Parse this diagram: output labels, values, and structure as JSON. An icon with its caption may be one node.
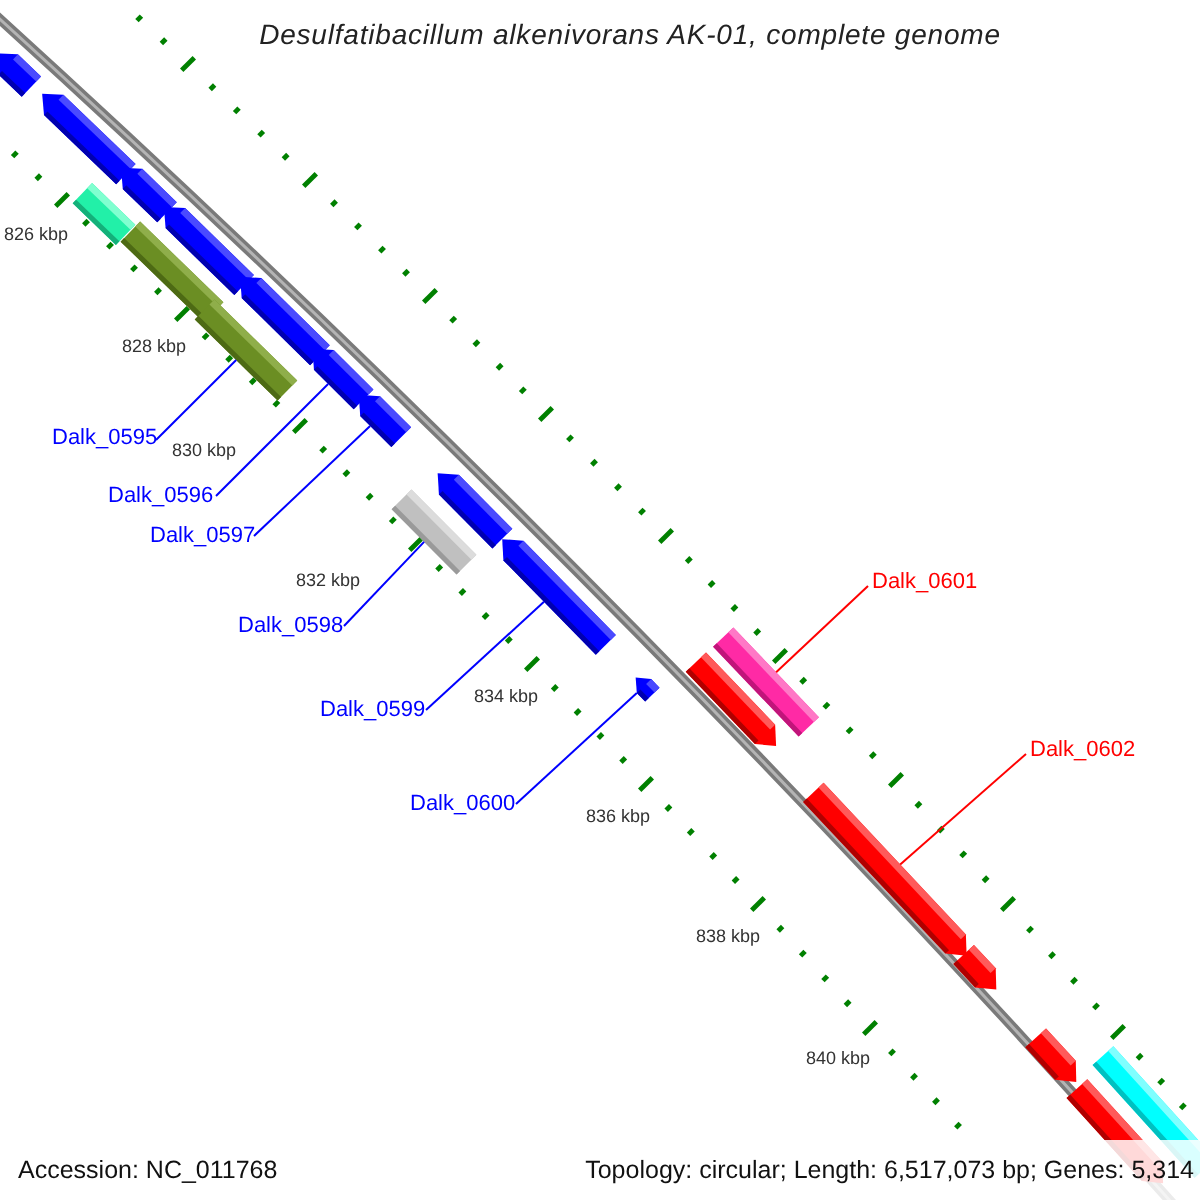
{
  "diagram": {
    "title": "Desulfatibacillum alkenivorans AK-01, complete genome",
    "nodes": [
      {
        "text": [
          "Dalk_0595"
        ]
      },
      {
        "text": [
          "Dalk_0596"
        ]
      },
      {
        "text": [
          "Dalk_0597"
        ]
      },
      {
        "text": [
          "Dalk_0598"
        ]
      },
      {
        "text": [
          "Dalk_0599"
        ]
      },
      {
        "text": [
          "Dalk_0600"
        ]
      },
      {
        "text": [
          "Dalk_0601"
        ]
      },
      {
        "text": [
          "Dalk_0602"
        ]
      },
      {
        "text": [],
        "shape": "arrow"
      },
      {
        "text": [],
        "shape": "arrow"
      },
      {
        "text": [],
        "shape": "arrow"
      },
      {
        "text": [],
        "shape": "bar"
      },
      {
        "text": [],
        "shape": "bar"
      },
      {
        "text": [],
        "shape": "arrow"
      },
      {
        "text": [],
        "shape": "bar"
      },
      {
        "text": [],
        "shape": "arrow"
      },
      {
        "text": [],
        "shape": "arrow"
      },
      {
        "text": [],
        "shape": "arrow"
      },
      {
        "text": [],
        "shape": "arrow"
      },
      {
        "text": [],
        "shape": "bar"
      },
      {
        "text": [],
        "shape": "arrow"
      },
      {
        "text": [],
        "shape": "arrow"
      },
      {
        "text": [],
        "shape": "bar"
      },
      {
        "text": [],
        "shape": "arrow"
      },
      {
        "text": [],
        "shape": "arrow"
      },
      {
        "text": [],
        "shape": "arrow"
      },
      {
        "text": [],
        "shape": "arrow"
      },
      {
        "text": [],
        "shape": "bar"
      },
      {
        "text": [],
        "shape": "arrow"
      }
    ],
    "edges": [
      {
        "from": 0,
        "to": 14,
        "arrow": "none"
      },
      {
        "from": 1,
        "to": 16,
        "arrow": "none"
      },
      {
        "from": 2,
        "to": 17,
        "arrow": "none"
      },
      {
        "from": 3,
        "to": 19,
        "arrow": "none"
      },
      {
        "from": 4,
        "to": 20,
        "arrow": "none"
      },
      {
        "from": 5,
        "to": 21,
        "arrow": "none"
      },
      {
        "from": 6,
        "to": 22,
        "arrow": "none",
        "color": "#ff0000"
      },
      {
        "from": 7,
        "to": 24,
        "arrow": "none",
        "color": "#ff0000"
      }
    ],
    "labels": [
      "826 kbp",
      "828 kbp",
      "830 kbp",
      "832 kbp",
      "834 kbp",
      "836 kbp",
      "838 kbp",
      "840 kbp",
      "Accession: NC_011768",
      "Topology: circular; Length: 6,517,073 bp; Genes: 5,314"
    ]
  }
}
